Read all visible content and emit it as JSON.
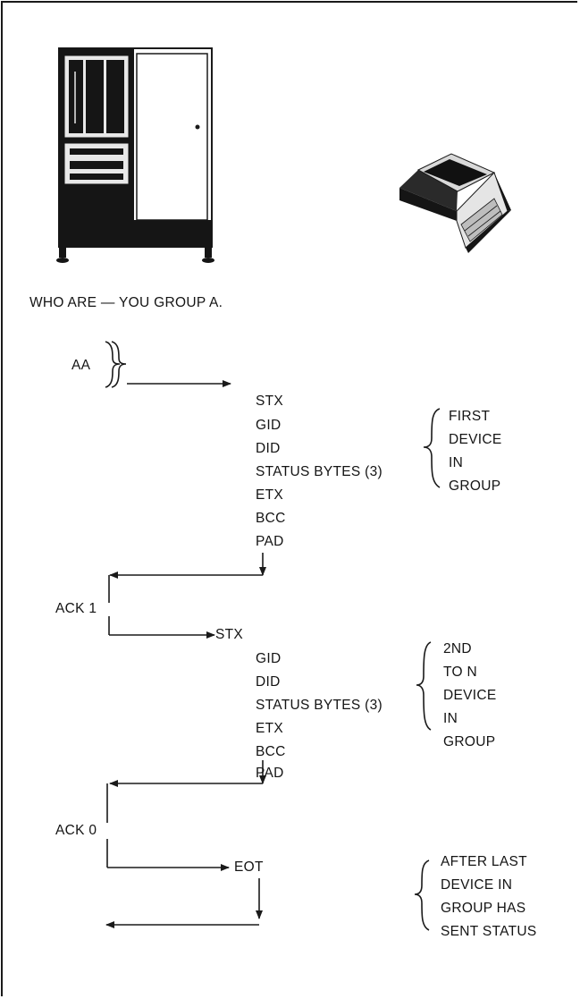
{
  "caption": "WHO ARE — YOU GROUP A.",
  "poll": "AA",
  "block1": {
    "fields": [
      "STX",
      "GID",
      "DID",
      "STATUS BYTES (3)",
      "ETX",
      "BCC",
      "PAD"
    ],
    "note": [
      "FIRST",
      "DEVICE",
      "IN",
      "GROUP"
    ]
  },
  "ack1": "ACK 1",
  "block2": {
    "fields": [
      "STX",
      "GID",
      "DID",
      "STATUS BYTES (3)",
      "ETX",
      "BCC",
      "PAD"
    ],
    "note": [
      "2ND",
      "TO N",
      "DEVICE",
      "IN",
      "GROUP"
    ]
  },
  "ack0": "ACK 0",
  "eot": "EOT",
  "note3": [
    "AFTER LAST",
    "DEVICE IN",
    "GROUP HAS",
    "SENT STATUS"
  ],
  "icons": [
    "computer-cabinet-icon",
    "terminal-icon"
  ]
}
